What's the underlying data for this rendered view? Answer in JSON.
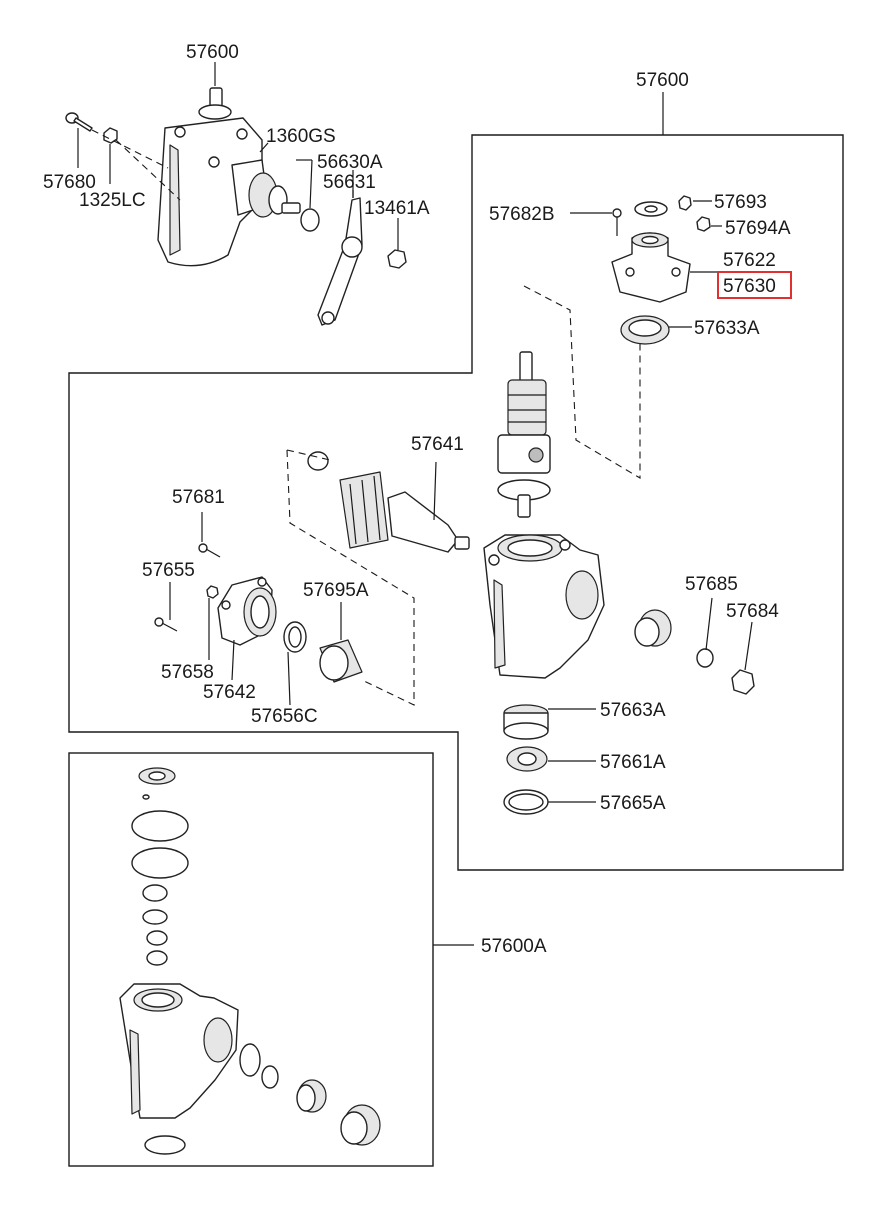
{
  "callouts": {
    "top_assembly": "57600",
    "main_assembly": "57600",
    "bolt_57680": "57680",
    "nut_1325LC": "1325LC",
    "seal_1360GS": "1360GS",
    "arm_56630A": "56630A",
    "arm_56631": "56631",
    "nut_13461A": "13461A",
    "bolt_57682B": "57682B",
    "fitting_57693": "57693",
    "fitting_57694A": "57694A",
    "cover_57622": "57622",
    "cover_57630": "57630",
    "seal_57633A": "57633A",
    "shaft_57641": "57641",
    "bolt_57681": "57681",
    "bolt_57655": "57655",
    "washer_57658": "57658",
    "cover_57642": "57642",
    "ring_57656C": "57656C",
    "bushing_57695A": "57695A",
    "seal_57685": "57685",
    "nut_57684": "57684",
    "bearing_57663A": "57663A",
    "bearing_57661A": "57661A",
    "ring_57665A": "57665A",
    "seal_kit_57600A": "57600A"
  },
  "highlight": {
    "part": "57630",
    "color": "#e03030"
  }
}
